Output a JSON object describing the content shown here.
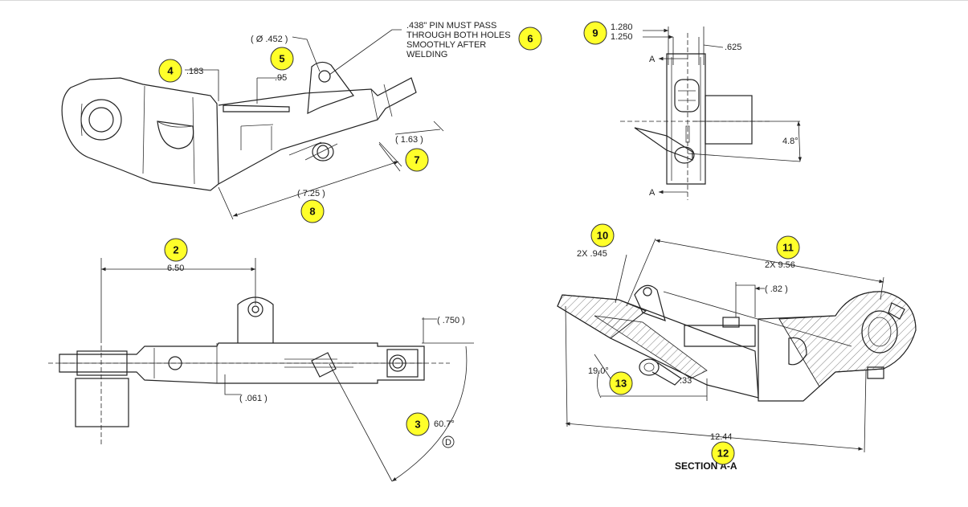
{
  "colors": {
    "balloon_fill": "#ffff2a",
    "line": "#222222",
    "background": "#ffffff"
  },
  "notes": {
    "pin_line1": ".438\" PIN MUST PASS",
    "pin_line2": "THROUGH BOTH HOLES",
    "pin_line3": "SMOOTHLY AFTER",
    "pin_line4": "WELDING"
  },
  "dims": {
    "d183": ".183",
    "d452": "( Ø .452 )",
    "d95": ".95",
    "d163": "( 1.63 )",
    "d725": "( 7.25 )",
    "d1280": "1.280",
    "d1250": "1.250",
    "d625": ".625",
    "d48": "4.8°",
    "d650": "6.50",
    "d750": "( .750 )",
    "d061": "( .061 )",
    "d607": "60.7°",
    "d945": "2X .945",
    "d956": "2X 9.56",
    "d82": "( .82 )",
    "d190": "19.0°",
    "d33": ".33",
    "d1244": "12.44"
  },
  "datum": "D",
  "section_marker": "A",
  "section_title": "SECTION A-A",
  "balloons": [
    "2",
    "3",
    "4",
    "5",
    "6",
    "7",
    "8",
    "9",
    "10",
    "11",
    "12",
    "13"
  ]
}
